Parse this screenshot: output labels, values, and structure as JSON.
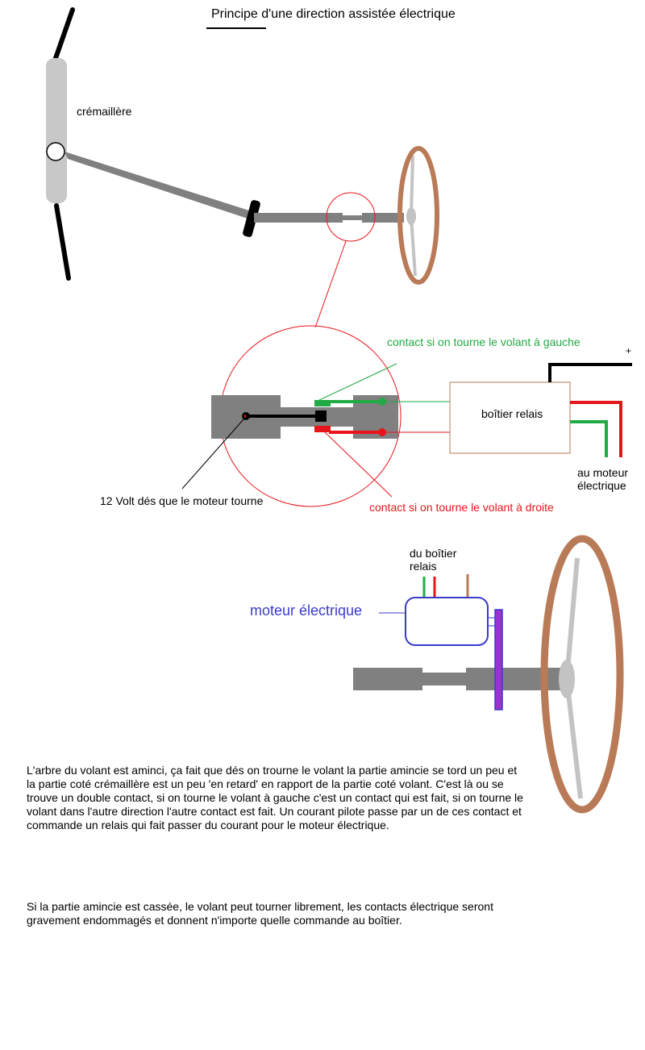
{
  "title": "Principe d'une direction assistée électrique",
  "labels": {
    "rack": "crémaillère",
    "contact_left": "contact si on tourne le volant à gauche",
    "contact_right": "contact si on tourne le volant à droite",
    "plus": "+",
    "relay_box": "boîtier relais",
    "motor_out": "au moteur électrique",
    "volt": "12 Volt dés que le moteur tourne",
    "from_relay": "du boîtier relais",
    "motor": "moteur électrique"
  },
  "text": {
    "p1": "L'arbre du volant est aminci, ça fait que dés on trourne le volant la partie amincie se tord un peu et la partie coté crémaillère est un peu 'en retard' en rapport de la partie coté volant. C'est là ou se trouve un double contact, si on tourne le volant à gauche c'est un contact qui est fait, si on tourne le volant dans l'autre direction l'autre contact est fait. Un courant pilote passe par un de ces contact et commande un relais qui fait passer du courant pour le moteur électrique.",
    "p2": "Si la partie amincie est cassée, le volant peut tourner librement, les contacts électrique seront gravement endommagés et donnent n'importe quelle commande au boîtier."
  },
  "colors": {
    "shaft": "#808080",
    "rack": "#c8c8c8",
    "wheel_rim": "#b97a57",
    "wheel_spoke": "#c3c3c3",
    "circle": "#e8141b",
    "green": "#22aa44",
    "red": "#e8141b",
    "relay_border": "#b97a57",
    "motor": "#3a3acc",
    "gear": "#9933cc"
  }
}
